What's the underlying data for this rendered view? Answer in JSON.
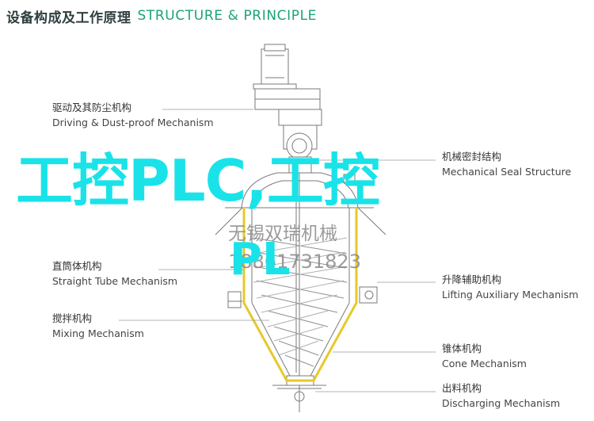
{
  "header": {
    "title_cn": "设备构成及工作原理",
    "title_en": "STRUCTURE & PRINCIPLE"
  },
  "labels": {
    "drive": {
      "cn": "驱动及其防尘机构",
      "en": "Driving & Dust-proof Mechanism"
    },
    "seal": {
      "cn": "机械密封结构",
      "en": "Mechanical Seal Structure"
    },
    "tube": {
      "cn": "直筒体机构",
      "en": "Straight Tube Mechanism"
    },
    "lift": {
      "cn": "升降辅助机构",
      "en": "Lifting Auxiliary Mechanism"
    },
    "mix": {
      "cn": "搅拌机构",
      "en": "Mixing Mechanism"
    },
    "cone": {
      "cn": "锥体机构",
      "en": "Cone Mechanism"
    },
    "discharge": {
      "cn": "出料机构",
      "en": "Discharging Mechanism"
    }
  },
  "watermark": {
    "line1": "工控PLC,工控",
    "company": "无锡双瑞机械",
    "phone": "18861731823",
    "line2": "PL"
  },
  "colors": {
    "title_accent": "#1aa37a",
    "watermark": "#19e3e8",
    "vessel_wall": "#e6c929",
    "line": "#7a7a7a"
  }
}
